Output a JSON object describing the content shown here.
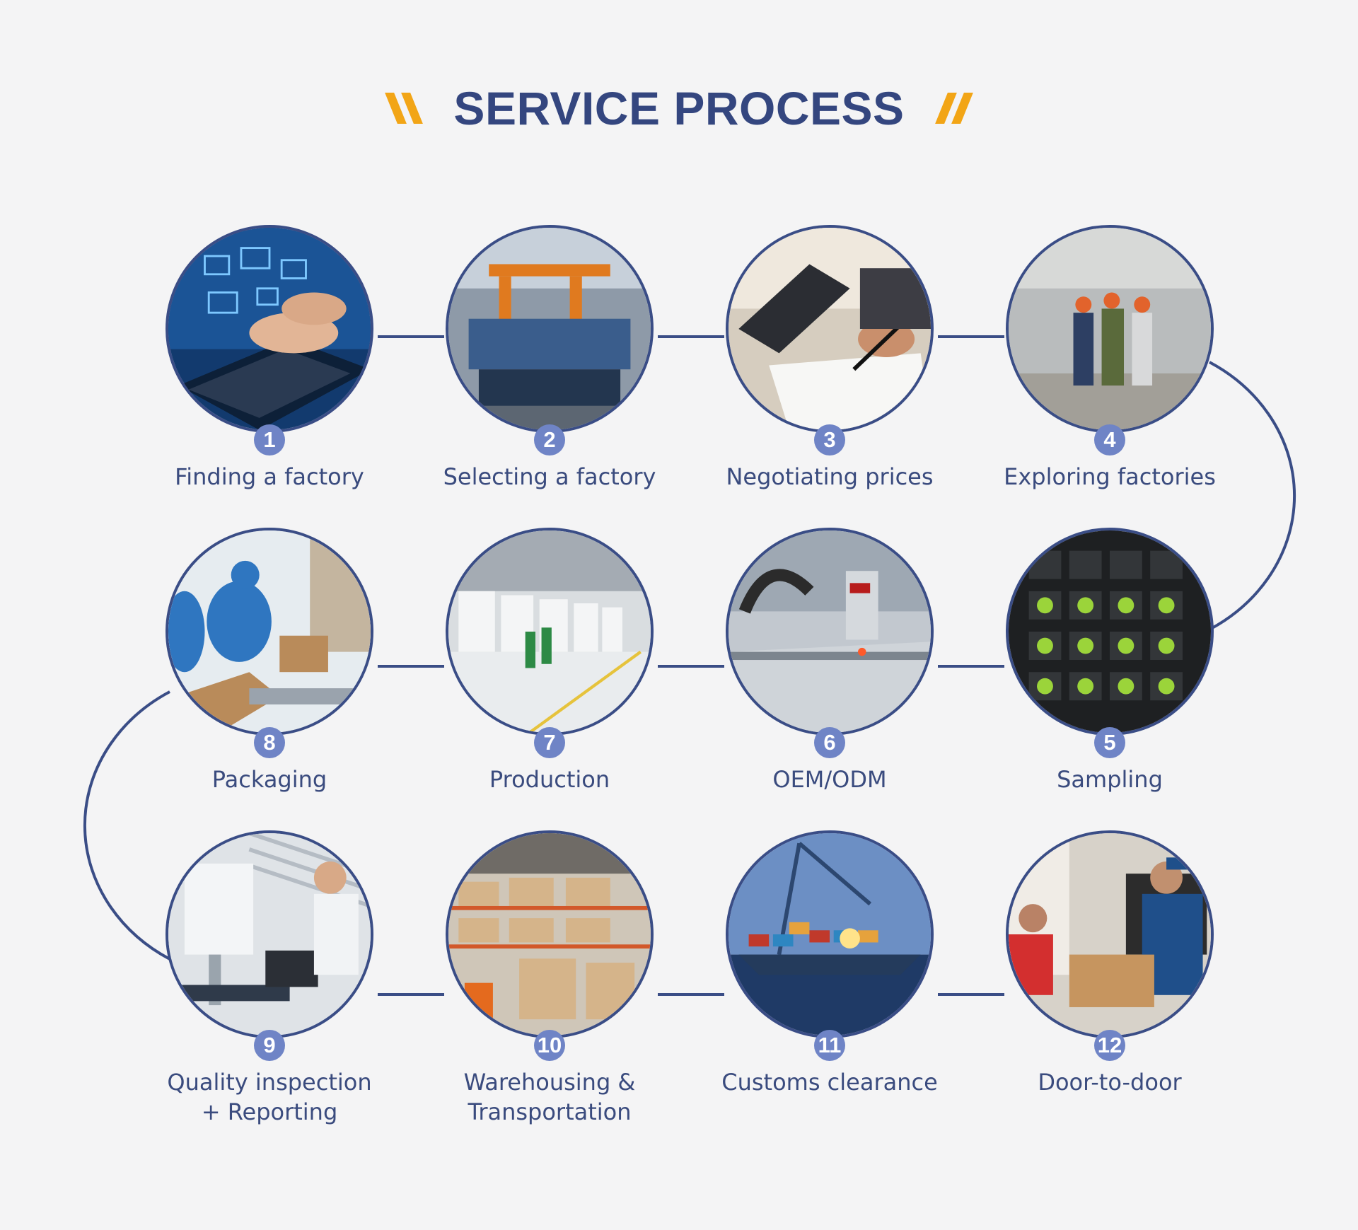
{
  "header": {
    "title": "SERVICE PROCESS"
  },
  "colors": {
    "navy": "#34467f",
    "accent": "#f2a516",
    "badge": "#6f84c6",
    "background": "#f4f4f5"
  },
  "steps": [
    {
      "number": "1",
      "label_lines": [
        "Finding a factory"
      ],
      "photo": "laptop-typing-photo"
    },
    {
      "number": "2",
      "label_lines": [
        "Selecting a factory"
      ],
      "photo": "factory-machinery-photo"
    },
    {
      "number": "3",
      "label_lines": [
        "Negotiating prices"
      ],
      "photo": "tablet-contract-photo"
    },
    {
      "number": "4",
      "label_lines": [
        "Exploring factories"
      ],
      "photo": "workers-in-factory-photo"
    },
    {
      "number": "5",
      "label_lines": [
        "Sampling"
      ],
      "photo": "power-tool-display-photo"
    },
    {
      "number": "6",
      "label_lines": [
        "OEM/ODM"
      ],
      "photo": "cnc-laser-machine-photo"
    },
    {
      "number": "7",
      "label_lines": [
        "Production"
      ],
      "photo": "production-line-photo"
    },
    {
      "number": "8",
      "label_lines": [
        "Packaging"
      ],
      "photo": "workers-packing-boxes-photo"
    },
    {
      "number": "9",
      "label_lines": [
        "Quality inspection",
        "+ Reporting"
      ],
      "photo": "measurement-machine-photo"
    },
    {
      "number": "10",
      "label_lines": [
        "Warehousing &",
        "Transportation"
      ],
      "photo": "warehouse-shelves-photo"
    },
    {
      "number": "11",
      "label_lines": [
        "Customs clearance"
      ],
      "photo": "container-port-photo"
    },
    {
      "number": "12",
      "label_lines": [
        "Door-to-door"
      ],
      "photo": "parcel-delivery-photo"
    }
  ]
}
